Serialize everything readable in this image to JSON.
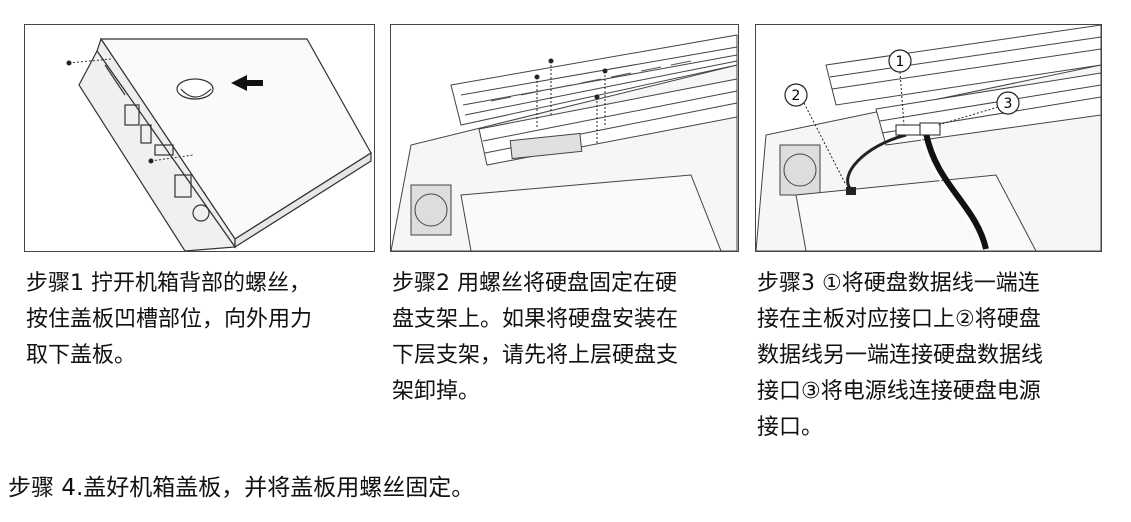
{
  "steps": [
    {
      "lines": [
        "步骤1 拧开机箱背部的螺丝，",
        "按住盖板凹槽部位，向外用力",
        "取下盖板。"
      ]
    },
    {
      "lines": [
        "步骤2 用螺丝将硬盘固定在硬",
        "盘支架上。如果将硬盘安装在",
        "下层支架，请先将上层硬盘支",
        "架卸掉。"
      ]
    },
    {
      "lines": [
        "步骤3 ①将硬盘数据线一端连",
        "接在主板对应接口上②将硬盘",
        "数据线另一端连接硬盘数据线",
        "接口③将电源线连接硬盘电源",
        "接口。"
      ]
    }
  ],
  "step4": "步骤 4.盖好机箱盖板，并将盖板用螺丝固定。",
  "callouts": {
    "one": "1",
    "two": "2",
    "three": "3"
  }
}
